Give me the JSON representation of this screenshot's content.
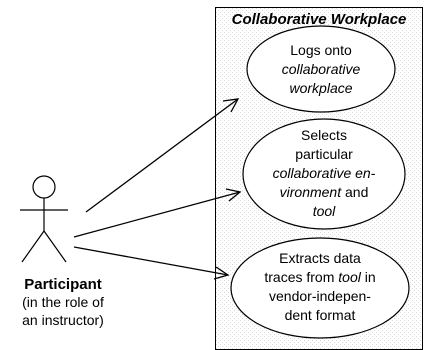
{
  "system": {
    "title": "Collaborative Workplace"
  },
  "actor": {
    "name": "Participant",
    "note_line1": "(in the role of",
    "note_line2": "an instructor)"
  },
  "use_cases": [
    {
      "line1": "Logs onto",
      "line2": "collaborative",
      "line3": "workplace"
    },
    {
      "line1": "Selects",
      "line2": "particular",
      "line3": "collaborative en-",
      "line4_it": "vironment",
      "line4_rest": " and",
      "line5": "tool"
    },
    {
      "line1": "Extracts data",
      "line2_pre": "traces from ",
      "line2_it": "tool",
      "line2_post": " in",
      "line3": "vendor-indepen-",
      "line4": "dent format"
    }
  ]
}
